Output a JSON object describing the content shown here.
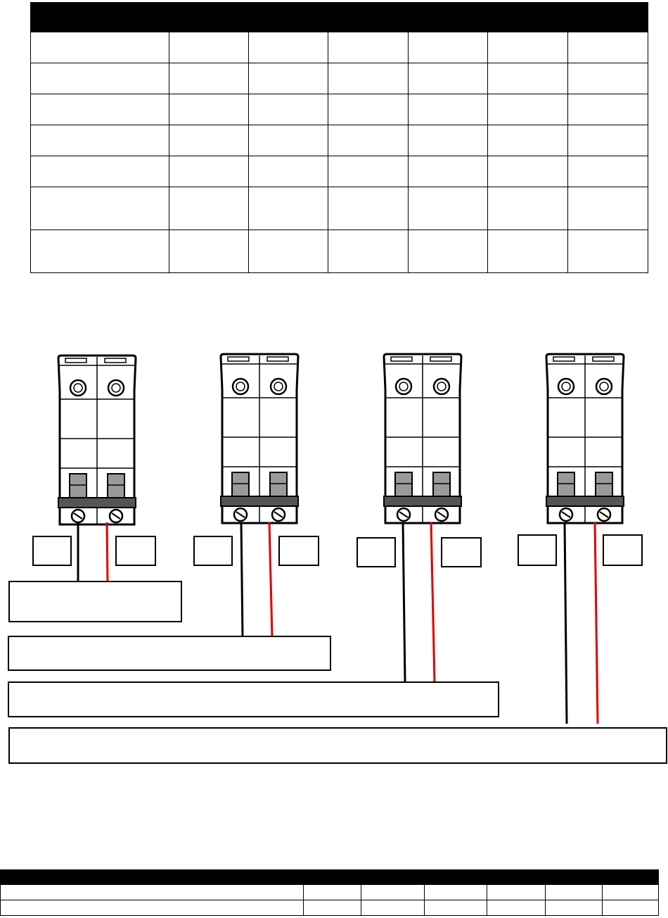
{
  "top_table": {
    "columns": 7,
    "header_merge": [
      1,
      6
    ],
    "rows": [
      [
        "",
        "",
        "",
        "",
        "",
        "",
        ""
      ],
      [
        "",
        "",
        "",
        "",
        "",
        "",
        ""
      ],
      [
        "",
        "",
        "",
        "",
        "",
        "",
        ""
      ],
      [
        "",
        "",
        "",
        "",
        "",
        "",
        ""
      ],
      [
        "",
        "",
        "",
        "",
        "",
        "",
        ""
      ],
      [
        "",
        "",
        "",
        "",
        "",
        "",
        ""
      ],
      [
        "",
        "",
        "",
        "",
        "",
        "",
        ""
      ]
    ]
  },
  "breakers": [
    {
      "left_label": "",
      "right_label": ""
    },
    {
      "left_label": "",
      "right_label": ""
    },
    {
      "left_label": "",
      "right_label": ""
    },
    {
      "left_label": "",
      "right_label": ""
    }
  ],
  "boxes": [
    "",
    "",
    "",
    ""
  ],
  "wire_colors": {
    "negative": "#000000",
    "positive": "#e00000"
  },
  "bottom_table": {
    "columns": 8,
    "rows": [
      [
        "",
        "",
        "",
        "",
        "",
        "",
        "",
        ""
      ],
      [
        "",
        "",
        "",
        "",
        "",
        "",
        "",
        ""
      ]
    ]
  }
}
